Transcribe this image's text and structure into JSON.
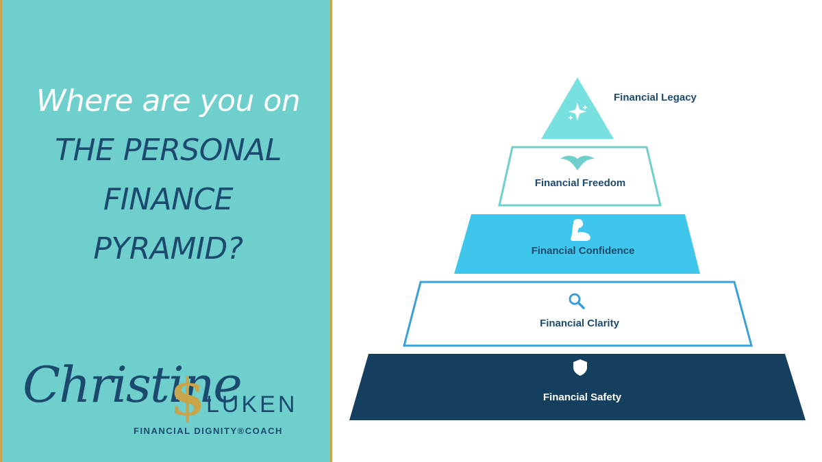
{
  "headline": {
    "intro": "Where are you on",
    "lines": [
      "THE PERSONAL",
      "FINANCE",
      "PYRAMID?"
    ]
  },
  "brand": {
    "script_name": "Christine",
    "dollar_mark": "$",
    "surname": "LUKEN",
    "tagline": "FINANCIAL DIGNITY®COACH"
  },
  "colors": {
    "panel": "#6ecfcd",
    "navy": "#1c4a6e",
    "gold": "#c9a44a",
    "legacy_fill": "#79e0e0",
    "freedom_stroke": "#6ecfcd",
    "confidence_fill": "#3ec6ec",
    "clarity_stroke": "#3a9fd8",
    "safety_fill": "#143f5e"
  },
  "pyramid": {
    "tiers": [
      {
        "label": "Financial Legacy",
        "icon": "sparkle-icon"
      },
      {
        "label": "Financial Freedom",
        "icon": "eagle-icon"
      },
      {
        "label": "Financial Confidence",
        "icon": "flexed-arm-icon"
      },
      {
        "label": "Financial Clarity",
        "icon": "magnifier-icon"
      },
      {
        "label": "Financial Safety",
        "icon": "shield-icon"
      }
    ]
  }
}
